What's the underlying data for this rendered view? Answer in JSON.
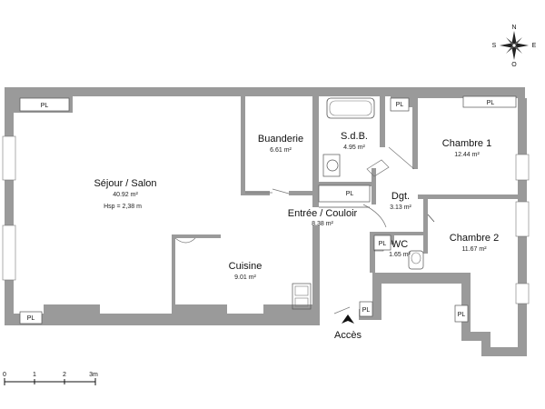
{
  "rooms": {
    "sejour": {
      "name": "Séjour / Salon",
      "area": "40.92 m²",
      "height": "Hsp =  2,38 m"
    },
    "buanderie": {
      "name": "Buanderie",
      "area": "6.61 m²"
    },
    "sdb": {
      "name": "S.d.B.",
      "area": "4.95 m²"
    },
    "chambre1": {
      "name": "Chambre 1",
      "area": "12.44 m²"
    },
    "entree": {
      "name": "Entrée / Couloir",
      "area": "8.38 m²"
    },
    "dgt": {
      "name": "Dgt.",
      "area": "3.13 m²"
    },
    "cuisine": {
      "name": "Cuisine",
      "area": "9.01 m²"
    },
    "wc": {
      "name": "WC",
      "area": "1.65 m²"
    },
    "chambre2": {
      "name": "Chambre 2",
      "area": "11.67 m²"
    }
  },
  "placard_label": "PL",
  "access_label": "Accès",
  "scale": {
    "ticks": [
      "0",
      "1",
      "2",
      "3m"
    ]
  },
  "compass": {
    "north": "N",
    "south": "S",
    "east": "E",
    "west": "O"
  },
  "colors": {
    "wall": "#9a9a9a",
    "line": "#555555",
    "background": "#ffffff"
  }
}
